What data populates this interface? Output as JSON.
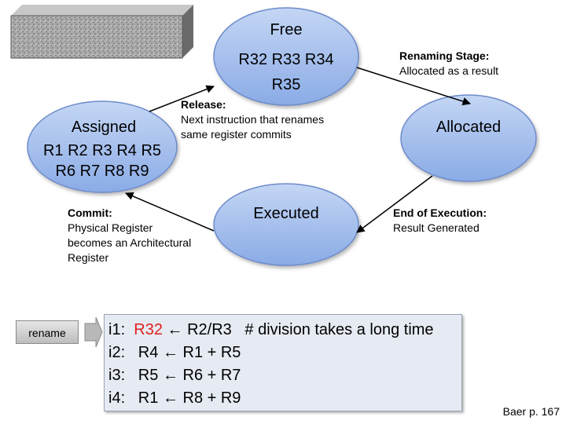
{
  "states": {
    "free": {
      "title": "Free",
      "line1": "R32  R33  R34",
      "line2": "R35"
    },
    "assigned": {
      "title": "Assigned",
      "line1": "R1 R2 R3 R4 R5",
      "line2": "R6 R7 R8 R9"
    },
    "allocated": {
      "title": "Allocated"
    },
    "executed": {
      "title": "Executed"
    }
  },
  "transitions": {
    "renaming": {
      "heading": "Renaming Stage:",
      "text": "Allocated as a result"
    },
    "execution": {
      "heading": "End of Execution:",
      "text": "Result Generated"
    },
    "commit": {
      "heading": "Commit:",
      "line1": "Physical Register",
      "line2": "becomes an Architectural",
      "line3": "Register"
    },
    "release": {
      "heading": "Release:",
      "line1": "Next instruction that renames",
      "line2": "same register commits"
    }
  },
  "rename_label": "rename",
  "code": [
    {
      "label": "i1:",
      "dest": "R32",
      "expr": "← R2/R3   # division takes a long time"
    },
    {
      "label": "i2:",
      "dest": "R4",
      "expr": "← R1 + R5"
    },
    {
      "label": "i3:",
      "dest": "R5",
      "expr": "← R6 + R7"
    },
    {
      "label": "i4:",
      "dest": "R1",
      "expr": "← R8 + R9"
    }
  ],
  "citation": "Baer p. 167",
  "colors": {
    "ellipse_top": "#c4d6f4",
    "ellipse_bottom": "#8aabe6",
    "ellipse_stroke": "#6e8ccc",
    "highlight": "#e02020"
  }
}
